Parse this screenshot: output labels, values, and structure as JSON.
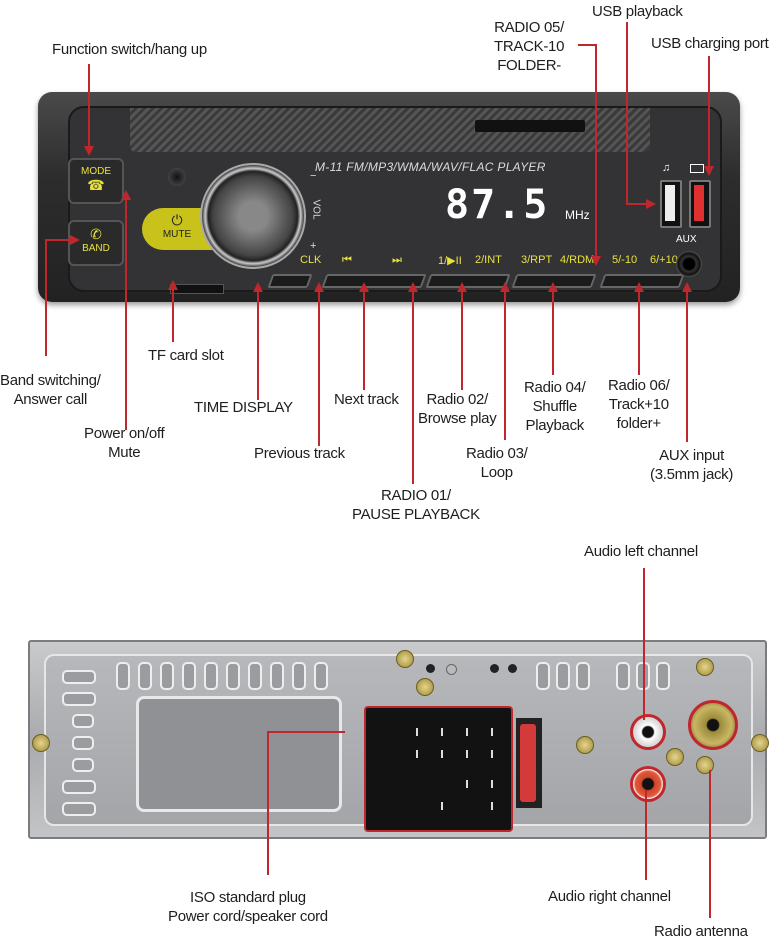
{
  "front_panel": {
    "model_text": "M-11   FM/MP3/WMA/WAV/FLAC  PLAYER",
    "frequency": "87.5",
    "frequency_unit": "MHz",
    "buttons": {
      "mode": "MODE",
      "band": "BAND",
      "mute": "MUTE",
      "clk": "CLK",
      "vol": "VOL",
      "vol_minus": "−",
      "vol_plus": "+",
      "prev": "⏮",
      "next": "⏭",
      "b1": "1/▶II",
      "b2": "2/INT",
      "b3": "3/RPT",
      "b4": "4/RDM",
      "b5": "5/-10",
      "b6": "6/+10",
      "aux": "AUX"
    },
    "icons": {
      "usb_music": "♫",
      "usb_charge": "🔋",
      "power": "⏻"
    }
  },
  "callouts_front": {
    "function_switch": "Function switch/hang up",
    "radio05": "RADIO 05/\nTRACK-10\nFOLDER-",
    "usb_playback": "USB playback",
    "usb_charging": "USB charging port",
    "band_switching": "Band switching/\nAnswer call",
    "tf_card": "TF card slot",
    "power_mute": "Power on/off\nMute",
    "time_display": "TIME DISPLAY",
    "previous_track": "Previous track",
    "next_track": "Next track",
    "radio01": "RADIO 01/\nPAUSE PLAYBACK",
    "radio02": "Radio 02/\nBrowse play",
    "radio03": "Radio 03/\nLoop",
    "radio04": "Radio 04/\nShuffle\nPlayback",
    "radio06": "Radio 06/\nTrack+10\nfolder+",
    "aux_input": "AUX input\n(3.5mm jack)"
  },
  "callouts_back": {
    "audio_left": "Audio left channel",
    "iso_plug": "ISO standard plug\nPower cord/speaker cord",
    "audio_right": "Audio right channel",
    "radio_antenna": "Radio antenna"
  },
  "colors": {
    "leader": "#c0272d",
    "button_text": "#e8e23c",
    "mute_button": "#c8c21a",
    "usb_charge_port": "#e03030"
  }
}
